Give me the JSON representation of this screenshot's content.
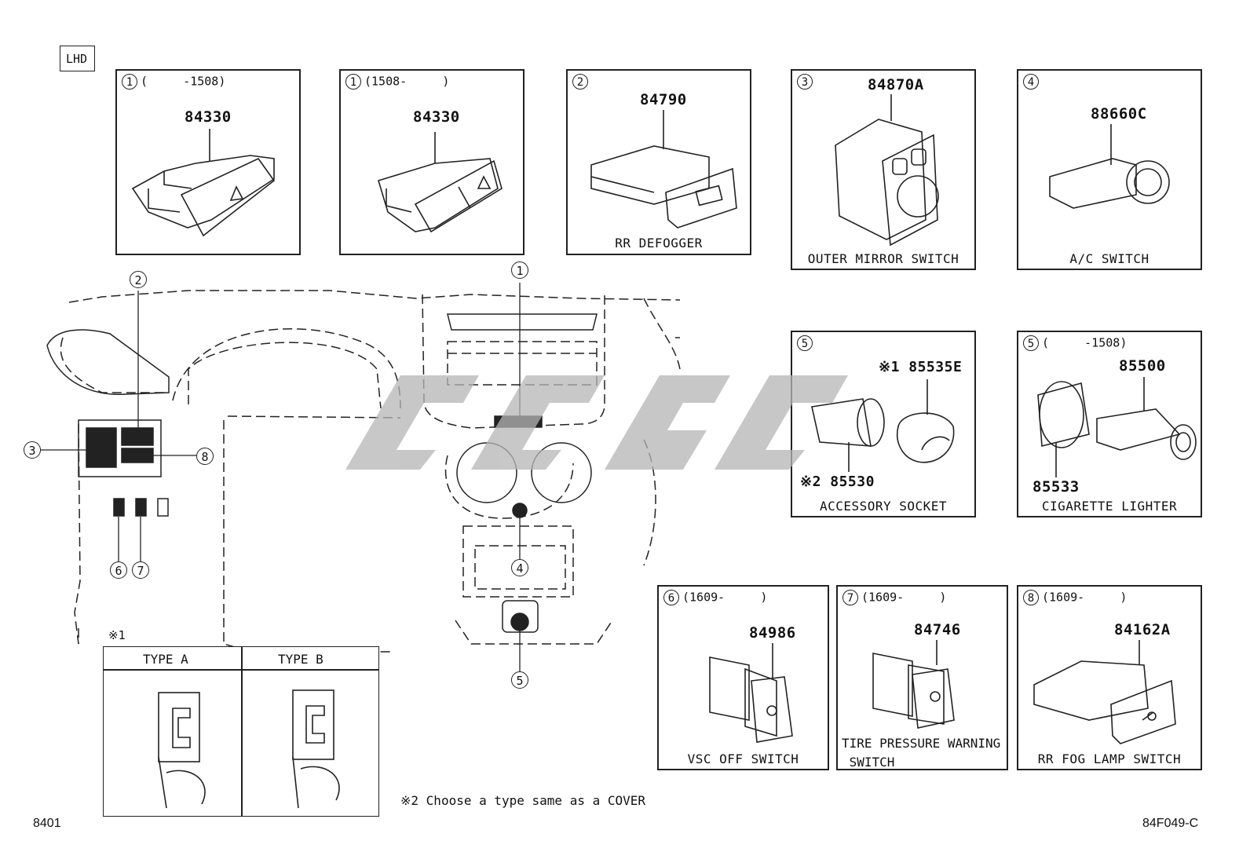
{
  "region_tag": "LHD",
  "panels": [
    {
      "id": "p1a",
      "num": "1",
      "range": "(     -1508)",
      "part": "84330",
      "caption": ""
    },
    {
      "id": "p1b",
      "num": "1",
      "range": "(1508-     )",
      "part": "84330",
      "caption": ""
    },
    {
      "id": "p2",
      "num": "2",
      "range": "",
      "part": "84790",
      "caption": "RR DEFOGGER"
    },
    {
      "id": "p3",
      "num": "3",
      "range": "",
      "part": "84870A",
      "caption": "OUTER MIRROR SWITCH"
    },
    {
      "id": "p4",
      "num": "4",
      "range": "",
      "part": "88660C",
      "caption": "A/C SWITCH"
    },
    {
      "id": "p5a",
      "num": "5",
      "range": "",
      "part": "",
      "caption": "ACCESSORY SOCKET"
    },
    {
      "id": "p5b",
      "num": "5",
      "range": "(     -1508)",
      "part": "85500",
      "caption": "CIGARETTE LIGHTER"
    },
    {
      "id": "p6",
      "num": "6",
      "range": "(1609-     )",
      "part": "84986",
      "caption": "VSC OFF SWITCH"
    },
    {
      "id": "p7",
      "num": "7",
      "range": "(1609-     )",
      "part": "84746",
      "caption": "TIRE PRESSURE WARNING\n SWITCH"
    },
    {
      "id": "p8",
      "num": "8",
      "range": "(1609-     )",
      "part": "84162A",
      "caption": "RR FOG LAMP SWITCH"
    }
  ],
  "accessory_parts": {
    "cover": "※1 85535E",
    "socket": "※2 85530"
  },
  "lighter_parts": {
    "ring": "85533"
  },
  "callouts": [
    "1",
    "2",
    "3",
    "4",
    "5",
    "6",
    "7",
    "8"
  ],
  "type_table": {
    "marker": "※1",
    "type_a": "TYPE A",
    "type_b": "TYPE B"
  },
  "note2": "※2 Choose a type same as a COVER",
  "footer_left": "8401",
  "footer_right": "84F049-C",
  "colors": {
    "line": "#222222",
    "watermark": "#b5b5b5"
  }
}
